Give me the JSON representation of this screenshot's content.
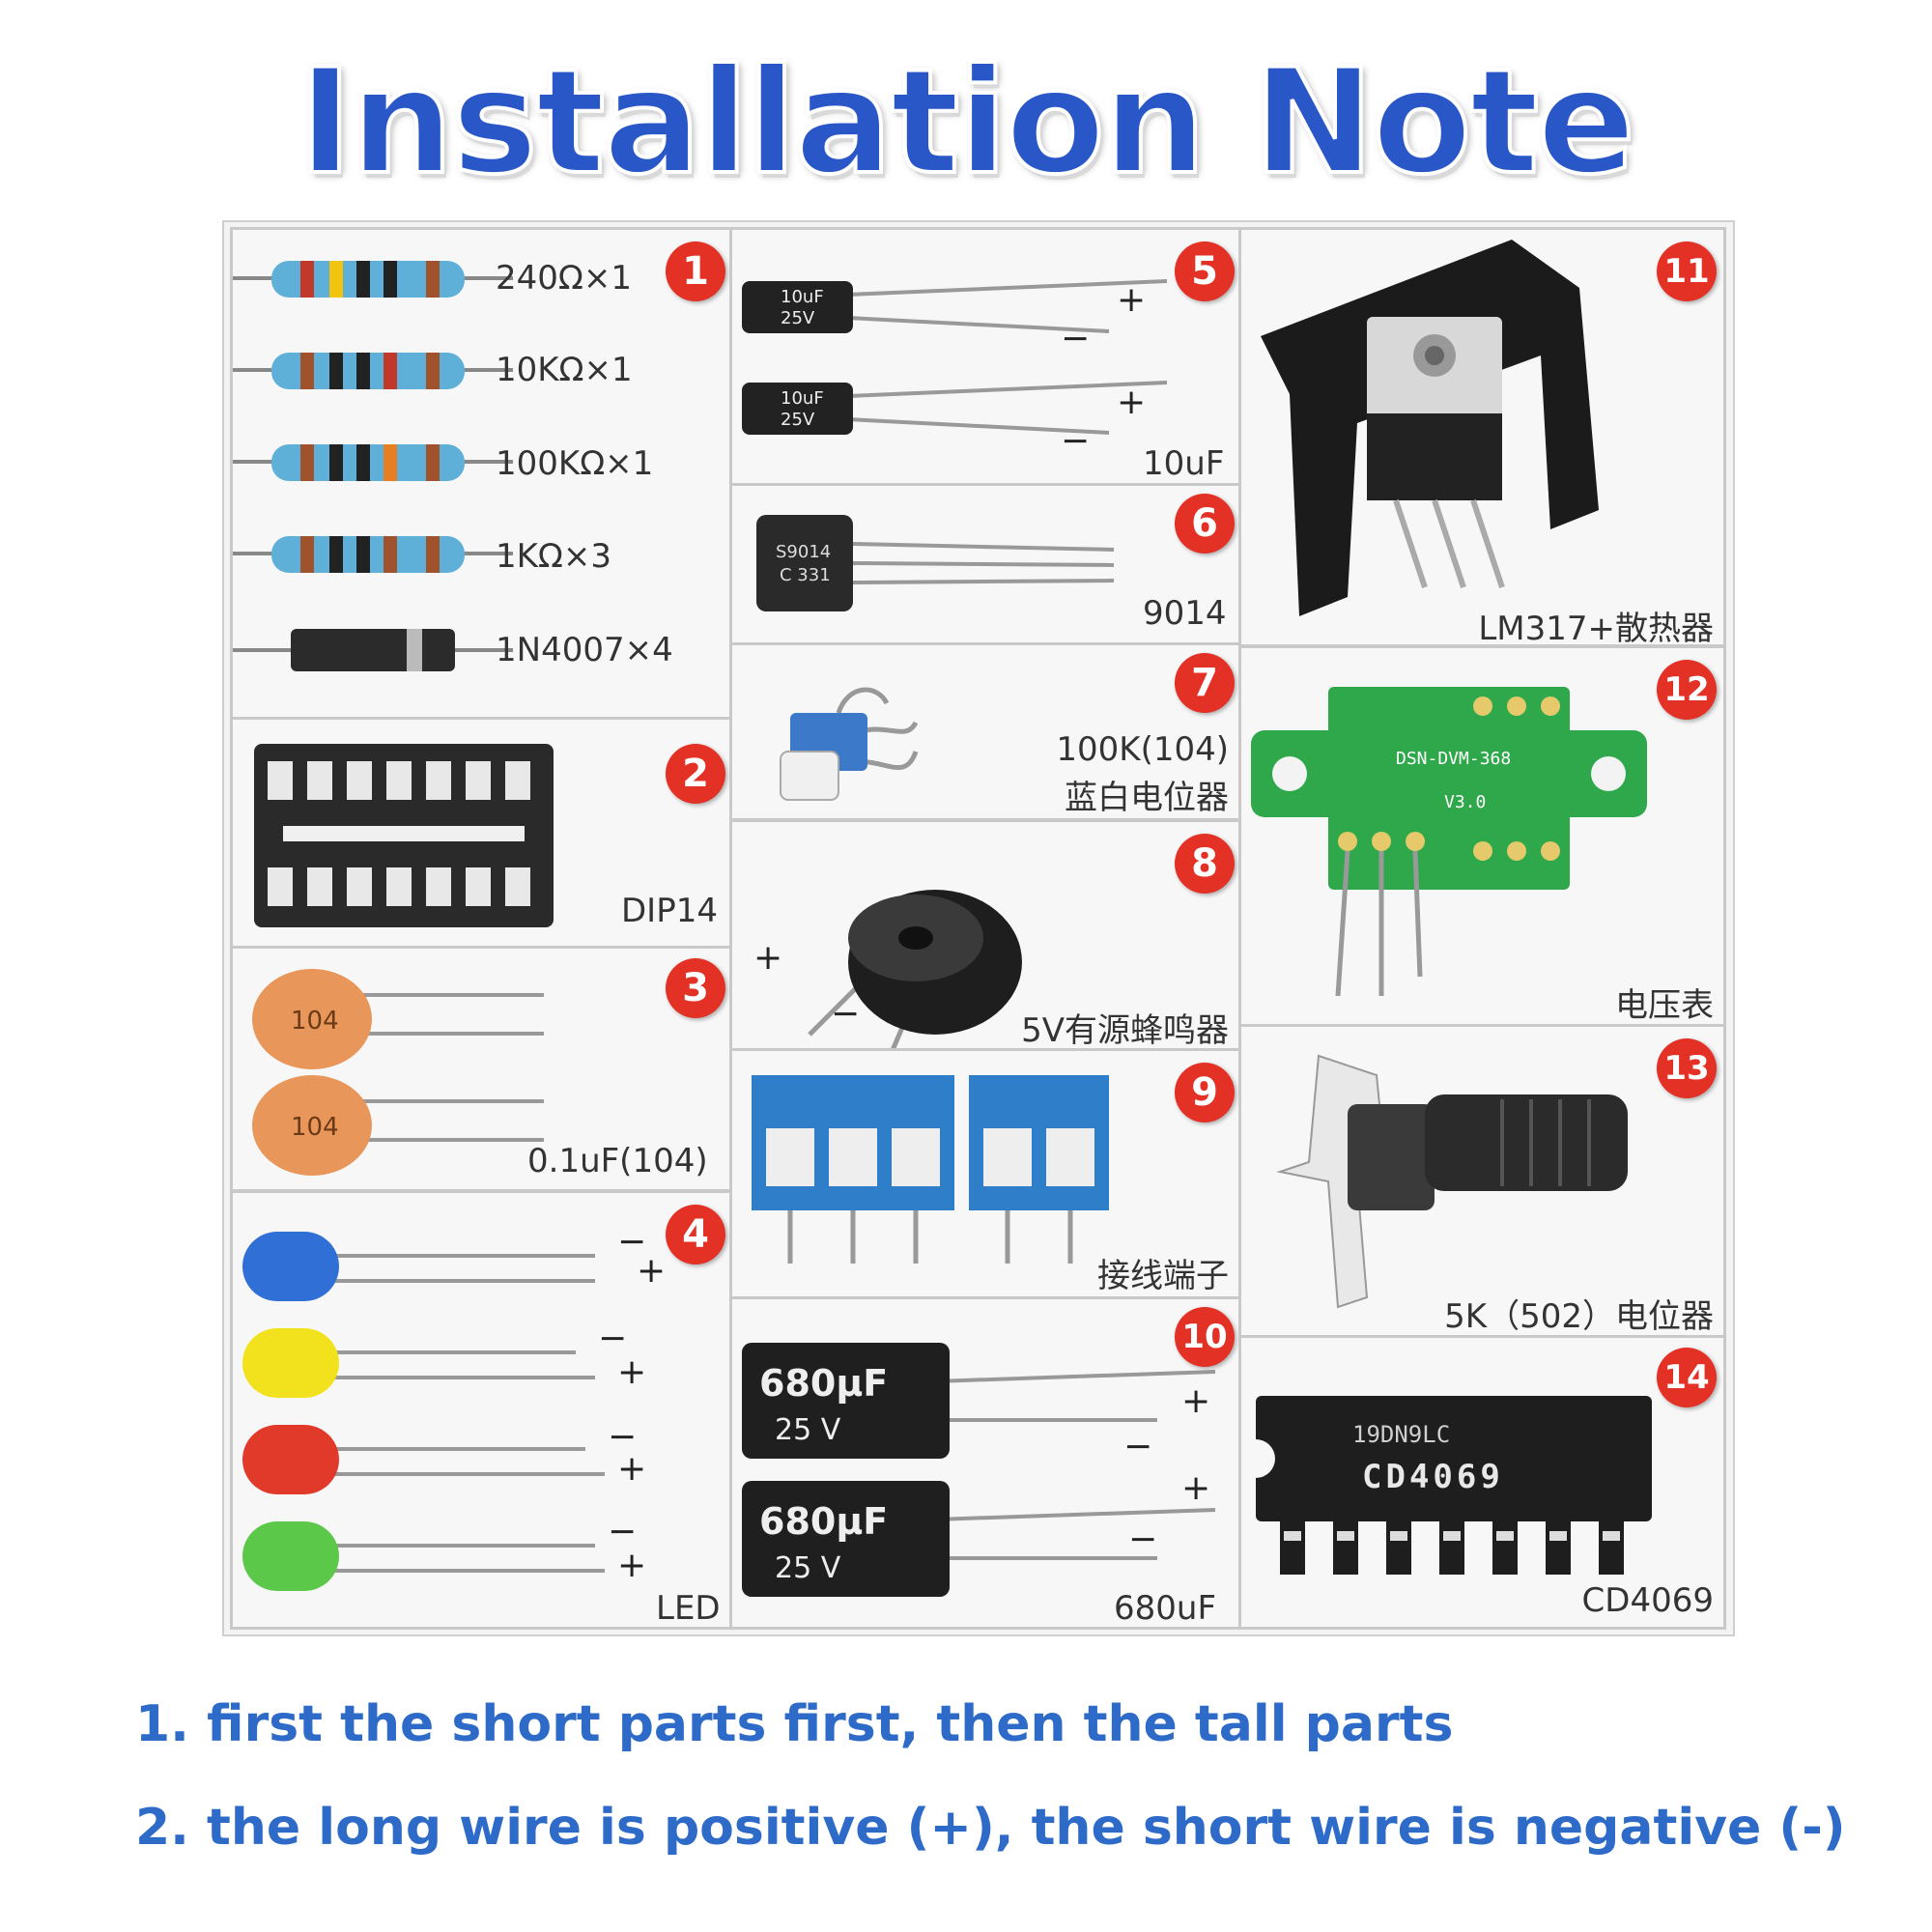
{
  "title": "Installation Note",
  "colors": {
    "title": "#2a57c8",
    "badge": "#e33126",
    "notes": "#2e6bc8",
    "pcb": "#2fa84b"
  },
  "sections": [
    {
      "number": "1",
      "items": [
        "240Ω×1",
        "10KΩ×1",
        "100KΩ×1",
        "1KΩ×3",
        "1N4007×4"
      ]
    },
    {
      "number": "2",
      "label": "DIP14"
    },
    {
      "number": "3",
      "label": "0.1uF(104)",
      "printed": "104"
    },
    {
      "number": "4",
      "label": "LED"
    },
    {
      "number": "5",
      "label": "10uF",
      "printed_line1": "10uF",
      "printed_line2": "25V"
    },
    {
      "number": "6",
      "label": "9014",
      "printed_line1": "S9014",
      "printed_line2": "C 331"
    },
    {
      "number": "7",
      "label_line1": "100K(104)",
      "label_line2": "蓝白电位器"
    },
    {
      "number": "8",
      "label": "5V有源蜂鸣器"
    },
    {
      "number": "9",
      "label": "接线端子"
    },
    {
      "number": "10",
      "label": "680uF",
      "printed_line1": "680μF",
      "printed_line2": "25 V"
    },
    {
      "number": "11",
      "label": "LM317+散热器"
    },
    {
      "number": "12",
      "label": "电压表",
      "printed_line1": "DSN-DVM-368",
      "printed_line2": "V3.0"
    },
    {
      "number": "13",
      "label": "5K（502）电位器"
    },
    {
      "number": "14",
      "label": "CD4069",
      "printed_line1": "19DN9LC",
      "printed_line2": "CD4069"
    }
  ],
  "notes": [
    "1. first the short parts first, then the tall parts",
    "2. the long wire is positive (+), the short wire is negative (-)"
  ]
}
